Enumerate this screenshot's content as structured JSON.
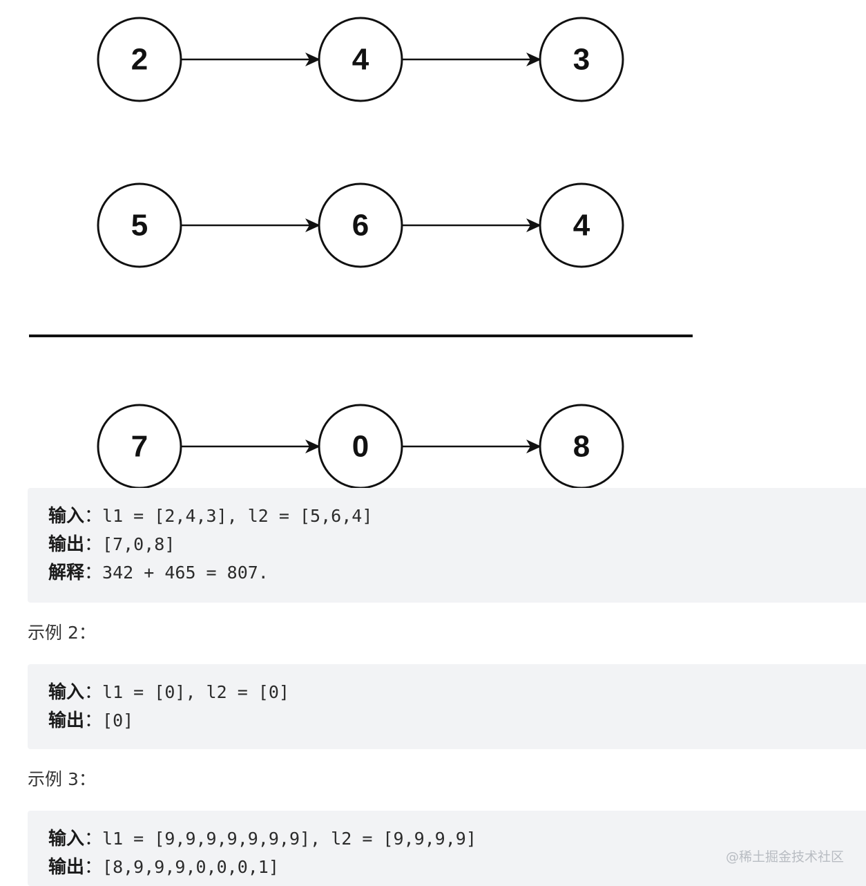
{
  "diagram": {
    "lists": [
      [
        "2",
        "4",
        "3"
      ],
      [
        "5",
        "6",
        "4"
      ],
      [
        "7",
        "0",
        "8"
      ]
    ]
  },
  "example1": {
    "lines": [
      {
        "label": "输入",
        "colon": "：",
        "value": "l1 = [2,4,3], l2 = [5,6,4]"
      },
      {
        "label": "输出",
        "colon": "：",
        "value": "[7,0,8]"
      },
      {
        "label": "解释",
        "colon": "：",
        "value": "342 + 465 = 807."
      }
    ]
  },
  "example2": {
    "heading": "示例 2：",
    "lines": [
      {
        "label": "输入",
        "colon": "：",
        "value": "l1 = [0], l2 = [0]"
      },
      {
        "label": "输出",
        "colon": "：",
        "value": "[0]"
      }
    ]
  },
  "example3": {
    "heading": "示例 3：",
    "lines": [
      {
        "label": "输入",
        "colon": "：",
        "value": "l1 = [9,9,9,9,9,9,9], l2 = [9,9,9,9]"
      },
      {
        "label": "输出",
        "colon": "：",
        "value": "[8,9,9,9,0,0,0,1]"
      }
    ]
  },
  "watermark": "@稀土掘金技术社区"
}
